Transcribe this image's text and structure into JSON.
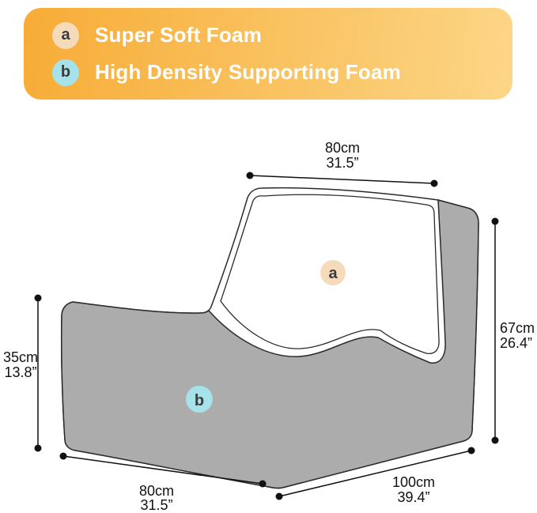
{
  "colors": {
    "banner_gradient_start": "#F7AC36",
    "banner_gradient_end": "#FCD687",
    "banner_text": "#FFFFFF",
    "badge_a_fill": "#F6DBBB",
    "badge_b_fill": "#A6E2E9",
    "badge_text": "#3A3A3A",
    "foam_base_gray": "#ACACAC",
    "cushion_white": "#FFFFFF",
    "outline": "#2A2A2A",
    "dimension_ink": "#111111"
  },
  "legend": {
    "items": [
      {
        "key": "a",
        "label": "Super Soft Foam"
      },
      {
        "key": "b",
        "label": "High Density Supporting Foam"
      }
    ]
  },
  "diagram": {
    "markers": {
      "a": "a",
      "b": "b"
    },
    "dimensions": {
      "top": {
        "metric": "80cm",
        "imperial": "31.5”"
      },
      "right": {
        "metric": "67cm",
        "imperial": "26.4”"
      },
      "left": {
        "metric": "35cm",
        "imperial": "13.8”"
      },
      "bottom_left": {
        "metric": "80cm",
        "imperial": "31.5”"
      },
      "bottom_right": {
        "metric": "100cm",
        "imperial": "39.4”"
      }
    }
  }
}
